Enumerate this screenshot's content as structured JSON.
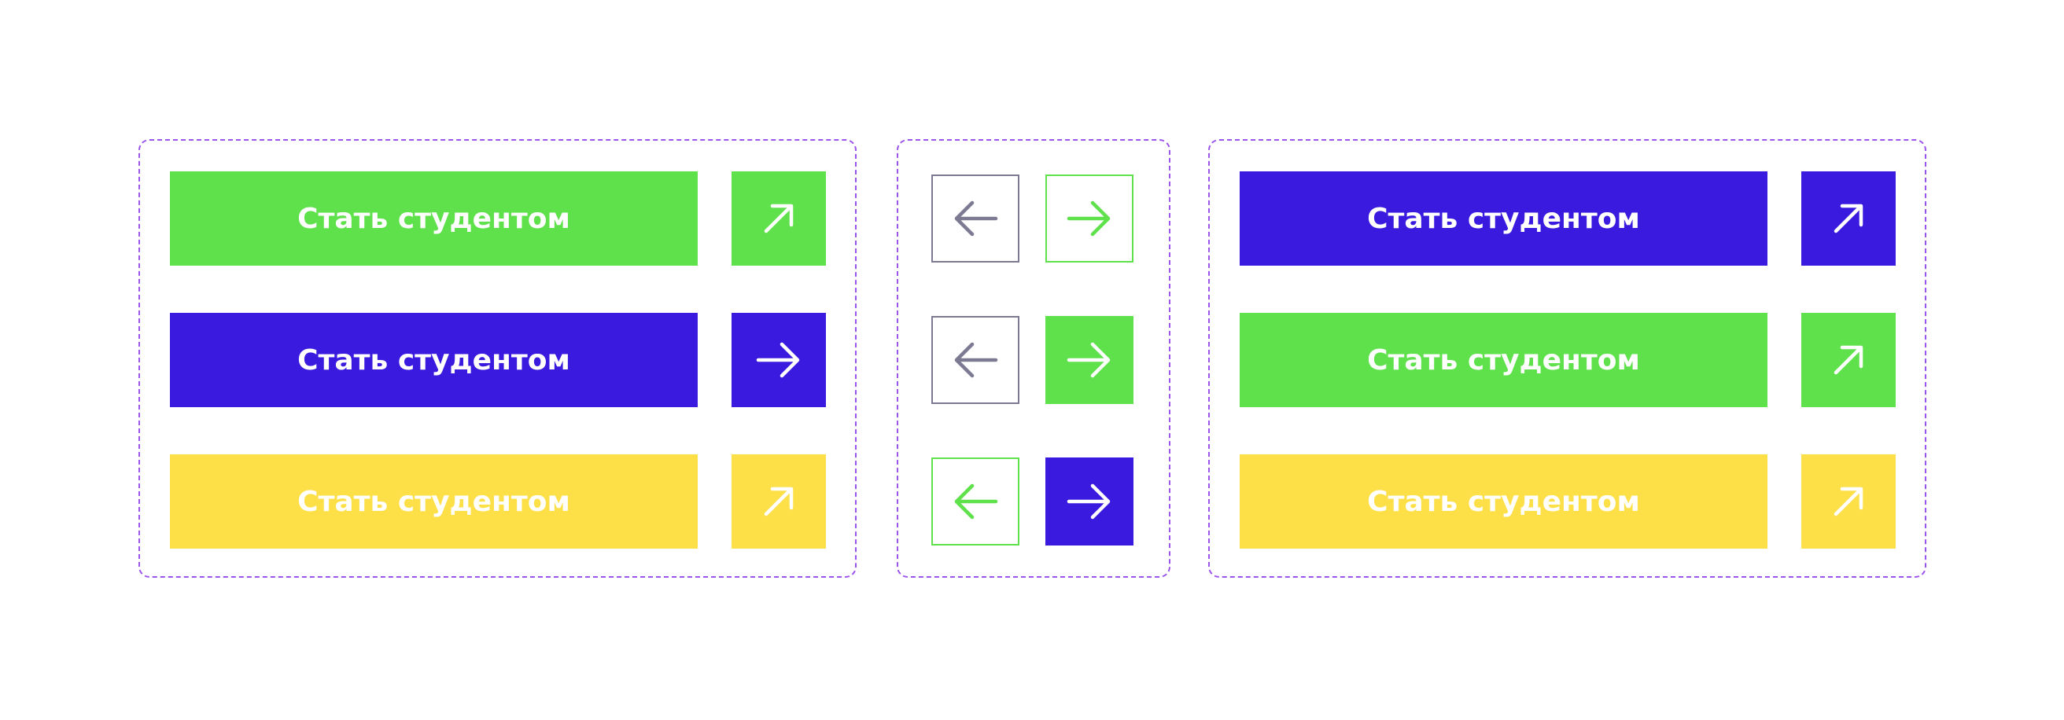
{
  "colors": {
    "green": "#5ee14b",
    "blue": "#3a1adf",
    "yellow": "#fde047",
    "gray": "#7c7a92",
    "white": "#ffffff",
    "dashed_border": "#9b55ea"
  },
  "left_group": {
    "buttons": [
      {
        "label": "Стать студентом",
        "color": "#5ee14b",
        "icon": "arrow-up-right-icon"
      },
      {
        "label": "Стать студентом",
        "color": "#3a1adf",
        "icon": "arrow-right-icon"
      },
      {
        "label": "Стать студентом",
        "color": "#fde047",
        "icon": "arrow-up-right-icon"
      }
    ]
  },
  "middle_group": {
    "rows": [
      {
        "prev": "outlined-gray",
        "next": "outlined-green"
      },
      {
        "prev": "outlined-gray",
        "next": "filled-green"
      },
      {
        "prev": "outlined-green",
        "next": "filled-blue"
      }
    ]
  },
  "right_group": {
    "buttons": [
      {
        "label": "Стать студентом",
        "color": "#3a1adf",
        "icon": "arrow-up-right-icon"
      },
      {
        "label": "Стать студентом",
        "color": "#5ee14b",
        "icon": "arrow-up-right-icon"
      },
      {
        "label": "Стать студентом",
        "color": "#fde047",
        "icon": "arrow-up-right-icon"
      }
    ]
  }
}
